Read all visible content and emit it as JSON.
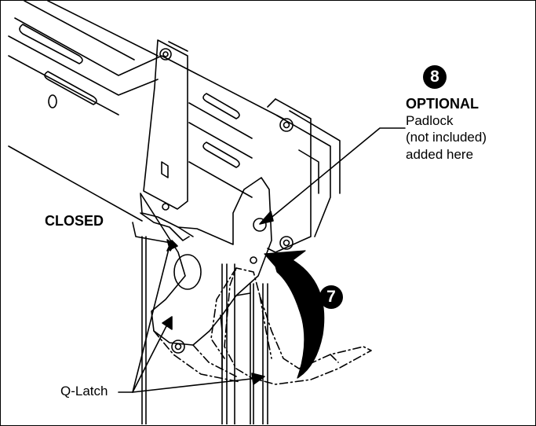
{
  "steps": {
    "lock_step": "8",
    "rotate_step": "7"
  },
  "labels": {
    "closed": "CLOSED",
    "optional": "OPTIONAL",
    "padlock_note": [
      "Padlock",
      "(not included)",
      "added here"
    ],
    "q_latch": "Q-Latch"
  },
  "colors": {
    "ink": "#000000",
    "background": "#ffffff",
    "arrow_fill": "#000000"
  }
}
